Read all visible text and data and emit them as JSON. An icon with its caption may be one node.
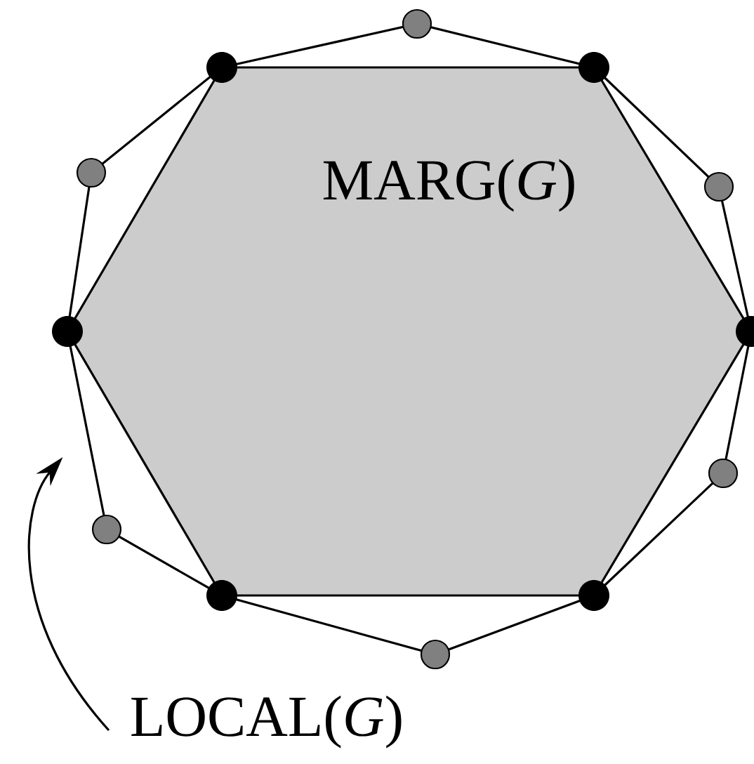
{
  "diagram": {
    "nodes": [
      {
        "text": [],
        "shape": "polygon"
      },
      {
        "text": [
          "MARG(*G*)"
        ],
        "in": 0
      },
      {
        "text": [
          "LOCAL(*G*)"
        ]
      }
    ],
    "edges": [
      {
        "from": 2,
        "to": 0,
        "arrow": "to"
      }
    ]
  }
}
